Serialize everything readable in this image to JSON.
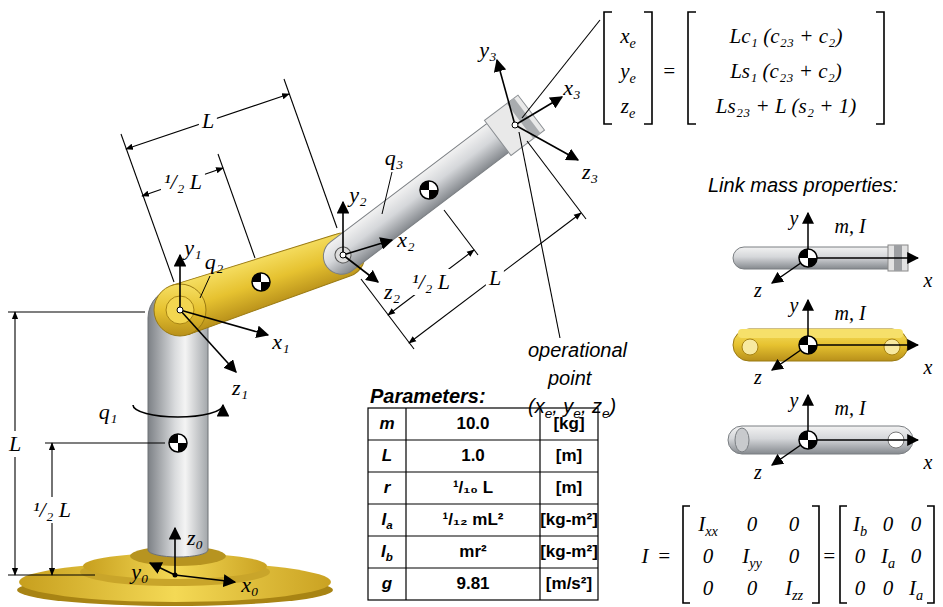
{
  "diagram": {
    "labels": [
      "L",
      "¹/₂ L",
      "q₂",
      "y₁",
      "x₁",
      "z₁",
      "y₂",
      "q₃",
      "x₂",
      "z₂",
      "y₃",
      "x₃",
      "z₃",
      "L",
      "¹/₂ L",
      "q₁",
      "z₀",
      "y₀",
      "x₀",
      "¹/₂ L",
      "L",
      "operational",
      "point",
      "(xe, ye, ze)",
      "Link mass properties:",
      "y",
      "m, I",
      "z",
      "x",
      "y",
      "m, I",
      "z",
      "x",
      "y",
      "m, I",
      "z",
      "x",
      "Parameters:",
      "m",
      "10.0",
      "[kg]",
      "L",
      "1.0",
      "[m]",
      "r",
      "¹/₁₀ L",
      "[m]",
      "Ia",
      "¹/₁₂ mL²",
      "[kg-m²]",
      "Ib",
      "mr²",
      "[kg-m²]",
      "g",
      "9.81",
      "[m/s²]",
      "xe",
      "ye",
      "ze",
      "=",
      "Lc₁ (c₂₃ + c₂)",
      "Ls₁ (c₂₃ + c₂)",
      "Ls₂₃ + L (s₂ + 1)",
      "I",
      "=",
      "Ixx",
      "0",
      "0",
      "0",
      "Iyy",
      "0",
      "0",
      "0",
      "Izz",
      "=",
      "Ib",
      "0",
      "0",
      "0",
      "Ia",
      "0",
      "0",
      "0",
      "Ia"
    ]
  }
}
